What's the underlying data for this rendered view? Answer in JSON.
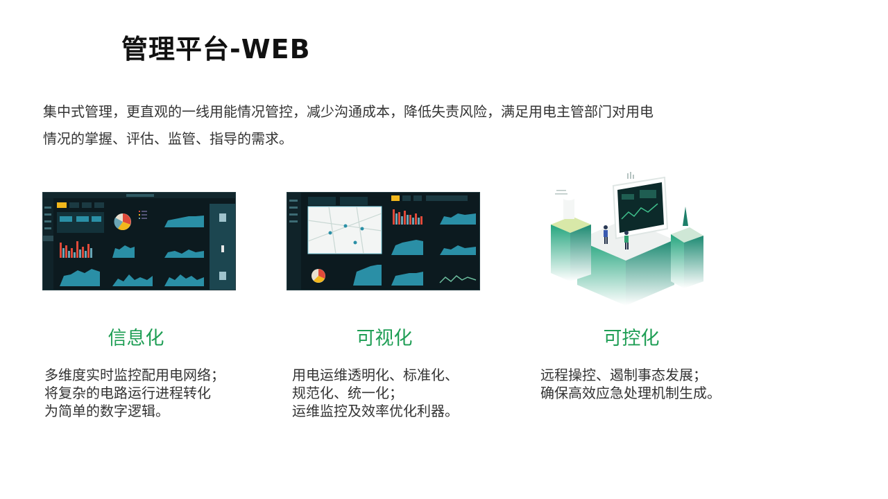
{
  "page": {
    "title": "管理平台-WEB",
    "intro_lines": [
      "集中式管理，更直观的一线用能情况管控，减少沟通成本，降低失责风险，满足用电主管部门对用电",
      "情况的掌握、评估、监管、指导的需求。"
    ]
  },
  "columns": [
    {
      "title": "信息化",
      "lines": [
        "多维度实时监控配用电网络；",
        "将复杂的电路运行进程转化",
        "为简单的数字逻辑。"
      ]
    },
    {
      "title": "可视化",
      "lines": [
        "用电运维透明化、标准化、",
        "规范化、统一化；",
        "运维监控及效率优化利器。"
      ]
    },
    {
      "title": "可控化",
      "lines": [
        "远程操控、遏制事态发展；",
        "确保高效应急处理机制生成。"
      ]
    }
  ],
  "colors": {
    "accent": "#1f9e55",
    "dashboard_bg": "#0c1a1f",
    "chart_fill": "#2a8fa6",
    "bar_red": "#e04a3a",
    "tab_yellow": "#f2b71c"
  },
  "icons": [
    "dashboard-screenshot",
    "map-dashboard-screenshot",
    "isometric-control-center-illustration"
  ]
}
